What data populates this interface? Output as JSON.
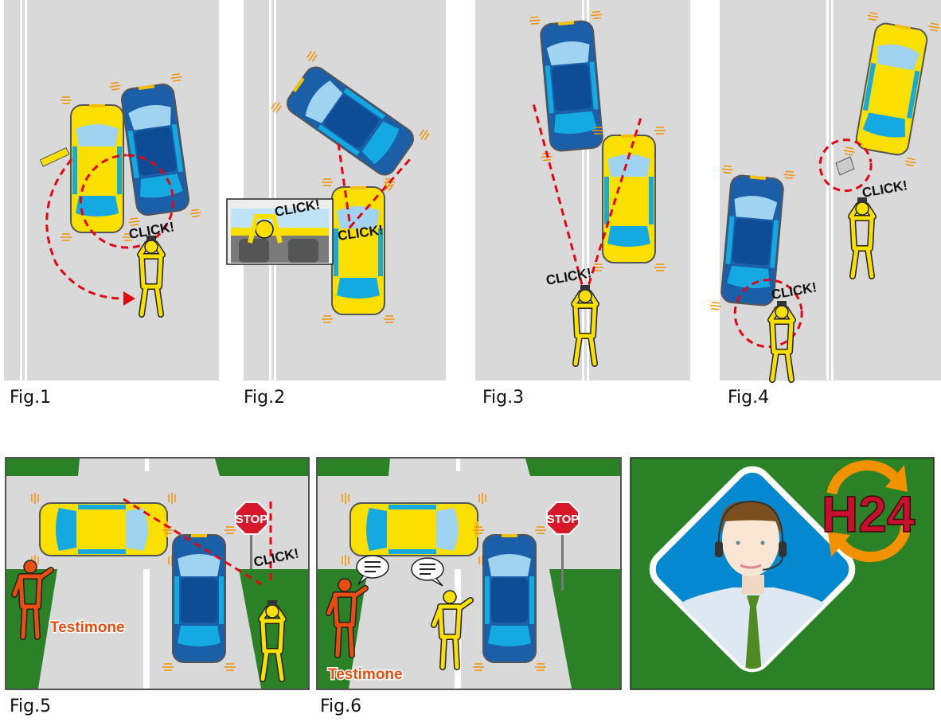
{
  "figures": [
    {
      "label": "Fig.1",
      "callout": "CLICK!"
    },
    {
      "label": "Fig.2",
      "callout": "CLICK!",
      "inset_callout": "CLICK!"
    },
    {
      "label": "Fig.3",
      "callout": "CLICK!"
    },
    {
      "label": "Fig.4",
      "callout": "CLICK!",
      "callout2": "CLICK!"
    },
    {
      "label": "Fig.5",
      "callout": "CLICK!",
      "sign": "STOP",
      "witness": "Testimone"
    },
    {
      "label": "Fig.6",
      "sign": "STOP",
      "witness": "Testimone"
    }
  ],
  "assistance_panel": {
    "logo_text": "H24"
  },
  "colors": {
    "road": "#d9d9d9",
    "grass": "#2a8126",
    "yellow_car": "#f9e000",
    "blue_car": "#1a5fa8",
    "dash": "#e30613",
    "witness": "#e84e0f",
    "diamond": "#0488d0",
    "logo_red": "#c8102e",
    "logo_orange": "#f39200"
  }
}
